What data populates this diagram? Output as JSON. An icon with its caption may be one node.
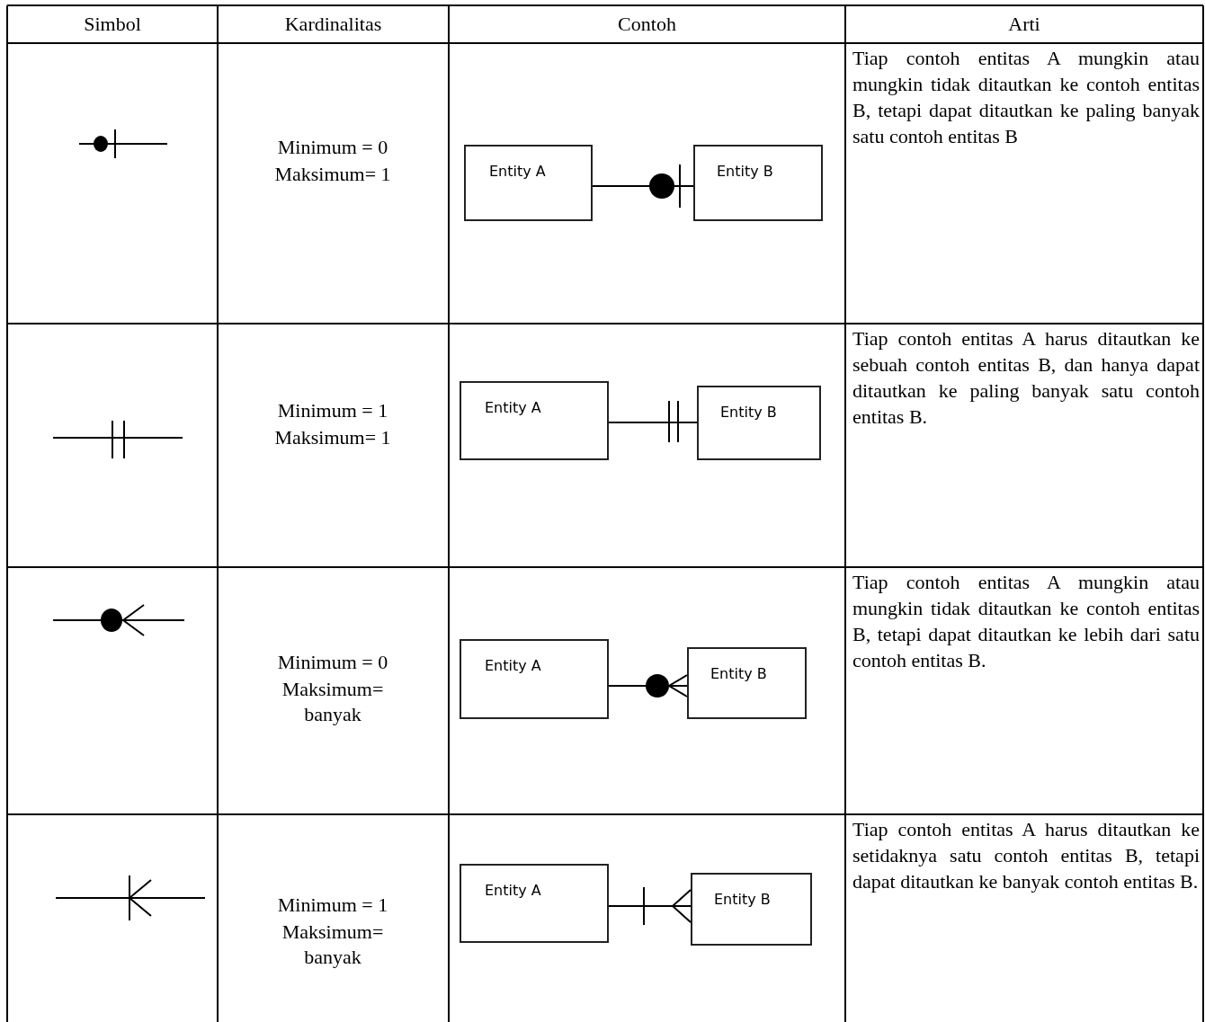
{
  "diagram": {
    "nodes": [
      {
        "text": [
          "Entity A"
        ]
      },
      {
        "text": [
          "Entity B"
        ]
      },
      {
        "text": [
          "Entity A"
        ]
      },
      {
        "text": [
          "Entity B"
        ]
      },
      {
        "text": [
          "Entity A"
        ]
      },
      {
        "text": [
          "Entity B"
        ]
      },
      {
        "text": [
          "Entity A"
        ]
      },
      {
        "text": [
          "Entity B"
        ]
      }
    ],
    "edges": [
      {
        "from": 0,
        "to": 1,
        "arrow": "other"
      },
      {
        "from": 2,
        "to": 3,
        "arrow": "other"
      },
      {
        "from": 4,
        "to": 5,
        "arrow": "other"
      },
      {
        "from": 6,
        "to": 7,
        "arrow": "other"
      }
    ],
    "labels": [
      "Simbol",
      "Kardinalitas",
      "Contoh",
      "Arti",
      "Minimum = 0",
      "Maksimum= 1",
      "Tiap contoh entitas A mungkin atau mungkin tidak ditautkan ke contoh entitas B, tetapi dapat ditautkan ke paling banyak satu contoh entitas B",
      "Minimum = 1",
      "Maksimum= 1",
      "Tiap contoh entitas A harus ditautkan ke sebuah contoh entitas B, dan hanya dapat ditautkan ke paling banyak satu contoh entitas B.",
      "Minimum = 0",
      "Maksimum= banyak",
      "Tiap contoh entitas A mungkin atau mungkin tidak ditautkan ke contoh entitas B, tetapi dapat ditautkan ke lebih dari satu contoh entitas B.",
      "Minimum = 1",
      "Maksimum= banyak",
      "Tiap contoh entitas A harus ditautkan ke setidaknya satu contoh entitas B, tetapi dapat ditautkan ke banyak contoh entitas B."
    ]
  }
}
